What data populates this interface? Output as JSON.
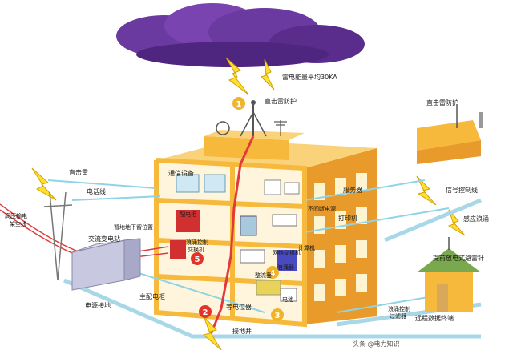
{
  "colors": {
    "sky_cloud": "#6b3aa0",
    "bolt": "#ffe030",
    "building_front": "#f6b93b",
    "building_side": "#e89a2a",
    "floor_interior": "#fff5dc",
    "wire_blue": "#8fd3e6",
    "wire_red": "#e23a3a",
    "ground_path": "#a8d8e8",
    "badge": "#f0b429",
    "badge_red": "#e2332a"
  },
  "labels": {
    "avg_energy": "雷电能量平均30KA",
    "direct_protect_main": "直击雷防护",
    "direct_protect_right": "直击雷防护",
    "direct_lightning": "直击雷",
    "phone_line": "电话线",
    "hv_line": "高压输电\n架空线",
    "transformer": "交流变电站",
    "temp_ground": "暂地地下留位置",
    "comm_equipment": "通信设备",
    "switchboard": "配电柜",
    "server": "服务器",
    "ups": "不间断电源",
    "printer": "打印机",
    "surge_switch": "浪涌控制\n交换机",
    "network_switch": "网络交换机",
    "computer": "计算机",
    "regulator": "整流器",
    "battery": "电池",
    "surge_protector": "浪涌器",
    "power_ground": "电源接地",
    "main_distribution": "主配电柜",
    "equipotential": "等电位器",
    "ground_well": "接地井",
    "signal_control": "信号控制线",
    "surge_sense": "感应浪涌",
    "early_streamer": "提前放电式避雷针",
    "surge_filter": "浪涌控制\n过滤器",
    "remote_terminal": "远程数据终端"
  },
  "badges": [
    "1",
    "2",
    "3",
    "4",
    "5"
  ],
  "watermark": "头条 @电力知识"
}
